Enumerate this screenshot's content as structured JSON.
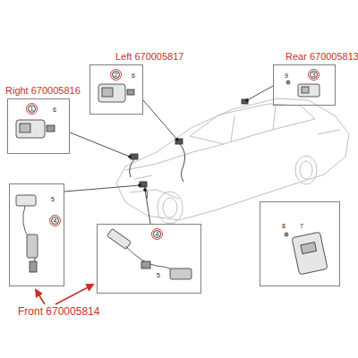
{
  "diagram": {
    "nodes": [
      {
        "text": [
          "Left 670005817",
          "2",
          "6"
        ]
      },
      {
        "text": [
          "Rear 670005813",
          "9",
          "3"
        ]
      },
      {
        "text": [
          "Right 670005816",
          "1",
          "6"
        ]
      },
      {
        "text": [
          "5",
          "4"
        ]
      },
      {
        "text": [
          "8",
          "7"
        ]
      },
      {
        "text": [
          "4",
          "5"
        ]
      }
    ],
    "labels": [
      "Front 670005814"
    ]
  }
}
